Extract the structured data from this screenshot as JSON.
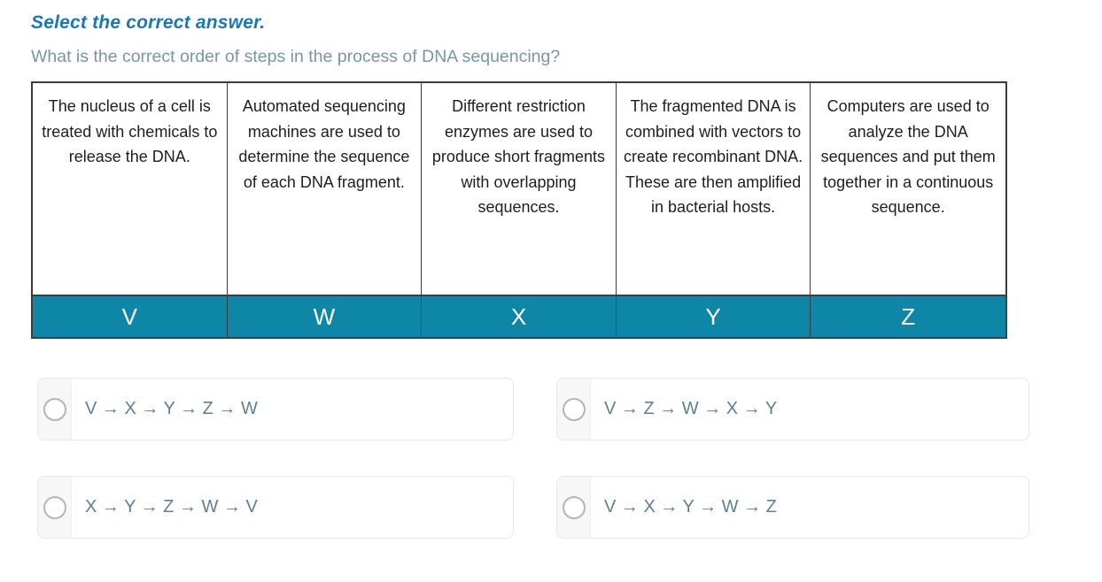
{
  "header": {
    "instruction": "Select the correct answer.",
    "question": "What is the correct order of steps in the process of DNA sequencing?"
  },
  "table": {
    "columns": [
      {
        "letter": "V",
        "description": "The nucleus of a cell is treated with chemicals to release the DNA."
      },
      {
        "letter": "W",
        "description": "Automated sequencing machines are used to determine the sequence of each DNA fragment."
      },
      {
        "letter": "X",
        "description": "Different restriction enzymes are used to produce short fragments with overlapping sequences."
      },
      {
        "letter": "Y",
        "description": "The fragmented DNA is combined with vectors to create recombinant DNA. These are then amplified in bacterial hosts."
      },
      {
        "letter": "Z",
        "description": "Computers are used to analyze the DNA sequences and put them together in a continuous sequence."
      }
    ]
  },
  "options": [
    {
      "label": "V → X → Y → Z → W",
      "selected": false
    },
    {
      "label": "V → Z → W → X → Y",
      "selected": false
    },
    {
      "label": "X → Y → Z → W → V",
      "selected": false
    },
    {
      "label": "V → X → Y → W → Z",
      "selected": false
    }
  ],
  "colors": {
    "accent_blue": "#1a78b4",
    "question_gray": "#7897a6",
    "teal_header": "#0e86a5",
    "option_text": "#5e8090"
  }
}
